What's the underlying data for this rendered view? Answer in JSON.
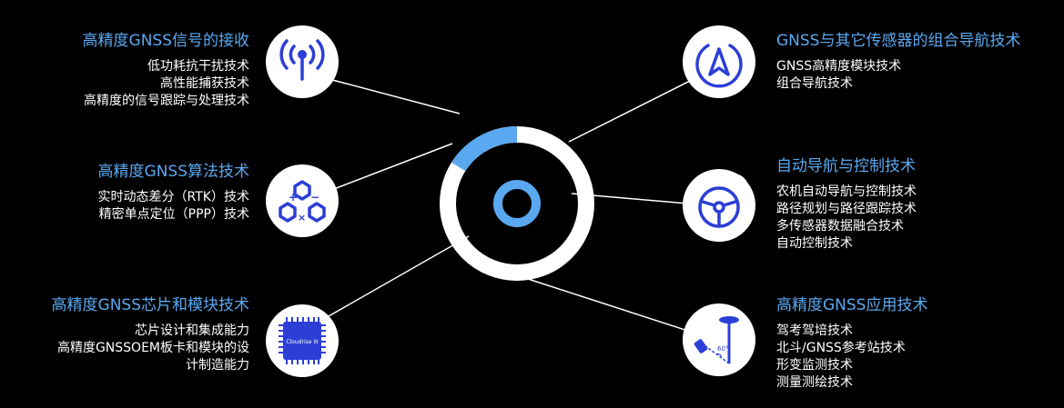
{
  "left_blocks": [
    {
      "icon": "signal-antenna-icon",
      "title": "高精度GNSS信号的接收",
      "items": [
        "低功耗抗干扰技术",
        "高性能捕获技术",
        "高精度的信号跟踪与处理技术"
      ]
    },
    {
      "icon": "algorithm-molecule-icon",
      "title": "高精度GNSS算法技术",
      "items": [
        "实时动态差分（RTK）技术",
        "精密单点定位（PPP）技术"
      ]
    },
    {
      "icon": "chip-icon",
      "title": "高精度GNSS芯片和模块技术",
      "items": [
        "芯片设计和集成能力",
        "高精度GNSSOEM板卡和模块的设",
        "计制造能力"
      ],
      "chip_label": "Cloudrise III"
    }
  ],
  "right_blocks": [
    {
      "icon": "navigation-arrow-icon",
      "title": "GNSS与其它传感器的组合导航技术",
      "items": [
        "GNSS高精度模块技术",
        "组合导航技术"
      ]
    },
    {
      "icon": "steering-wheel-icon",
      "title": "自动导航与控制技术",
      "items": [
        "农机自动导航与控制技术",
        "路径规划与路径跟踪技术",
        "多传感器数据融合技术",
        "自动控制技术"
      ]
    },
    {
      "icon": "surveying-instrument-icon",
      "title": "高精度GNSS应用技术",
      "items": [
        "驾考驾培技术",
        "北斗/GNSS参考站技术",
        "形变监测技术",
        "测量测绘技术"
      ],
      "angle_label": "60°"
    }
  ],
  "colors": {
    "accent": "#5aa8f0",
    "icon_blue": "#2b3fd6",
    "ring_highlight": "#5aa8f0",
    "ring": "#ffffff",
    "background": "#000000"
  }
}
